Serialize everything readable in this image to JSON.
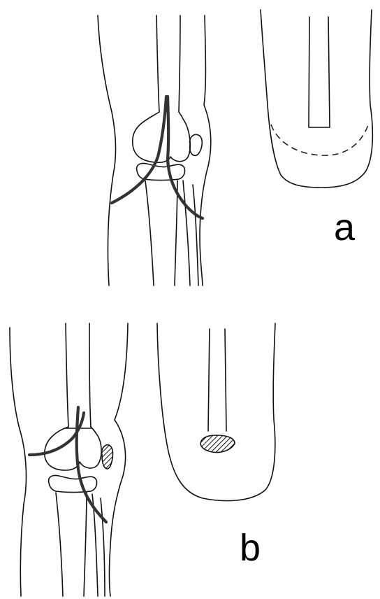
{
  "figure": {
    "panels": [
      {
        "id": "a",
        "label": "a"
      },
      {
        "id": "b",
        "label": "b"
      }
    ],
    "colors": {
      "line": "#111111",
      "incision": "#333333",
      "background": "#ffffff"
    }
  }
}
